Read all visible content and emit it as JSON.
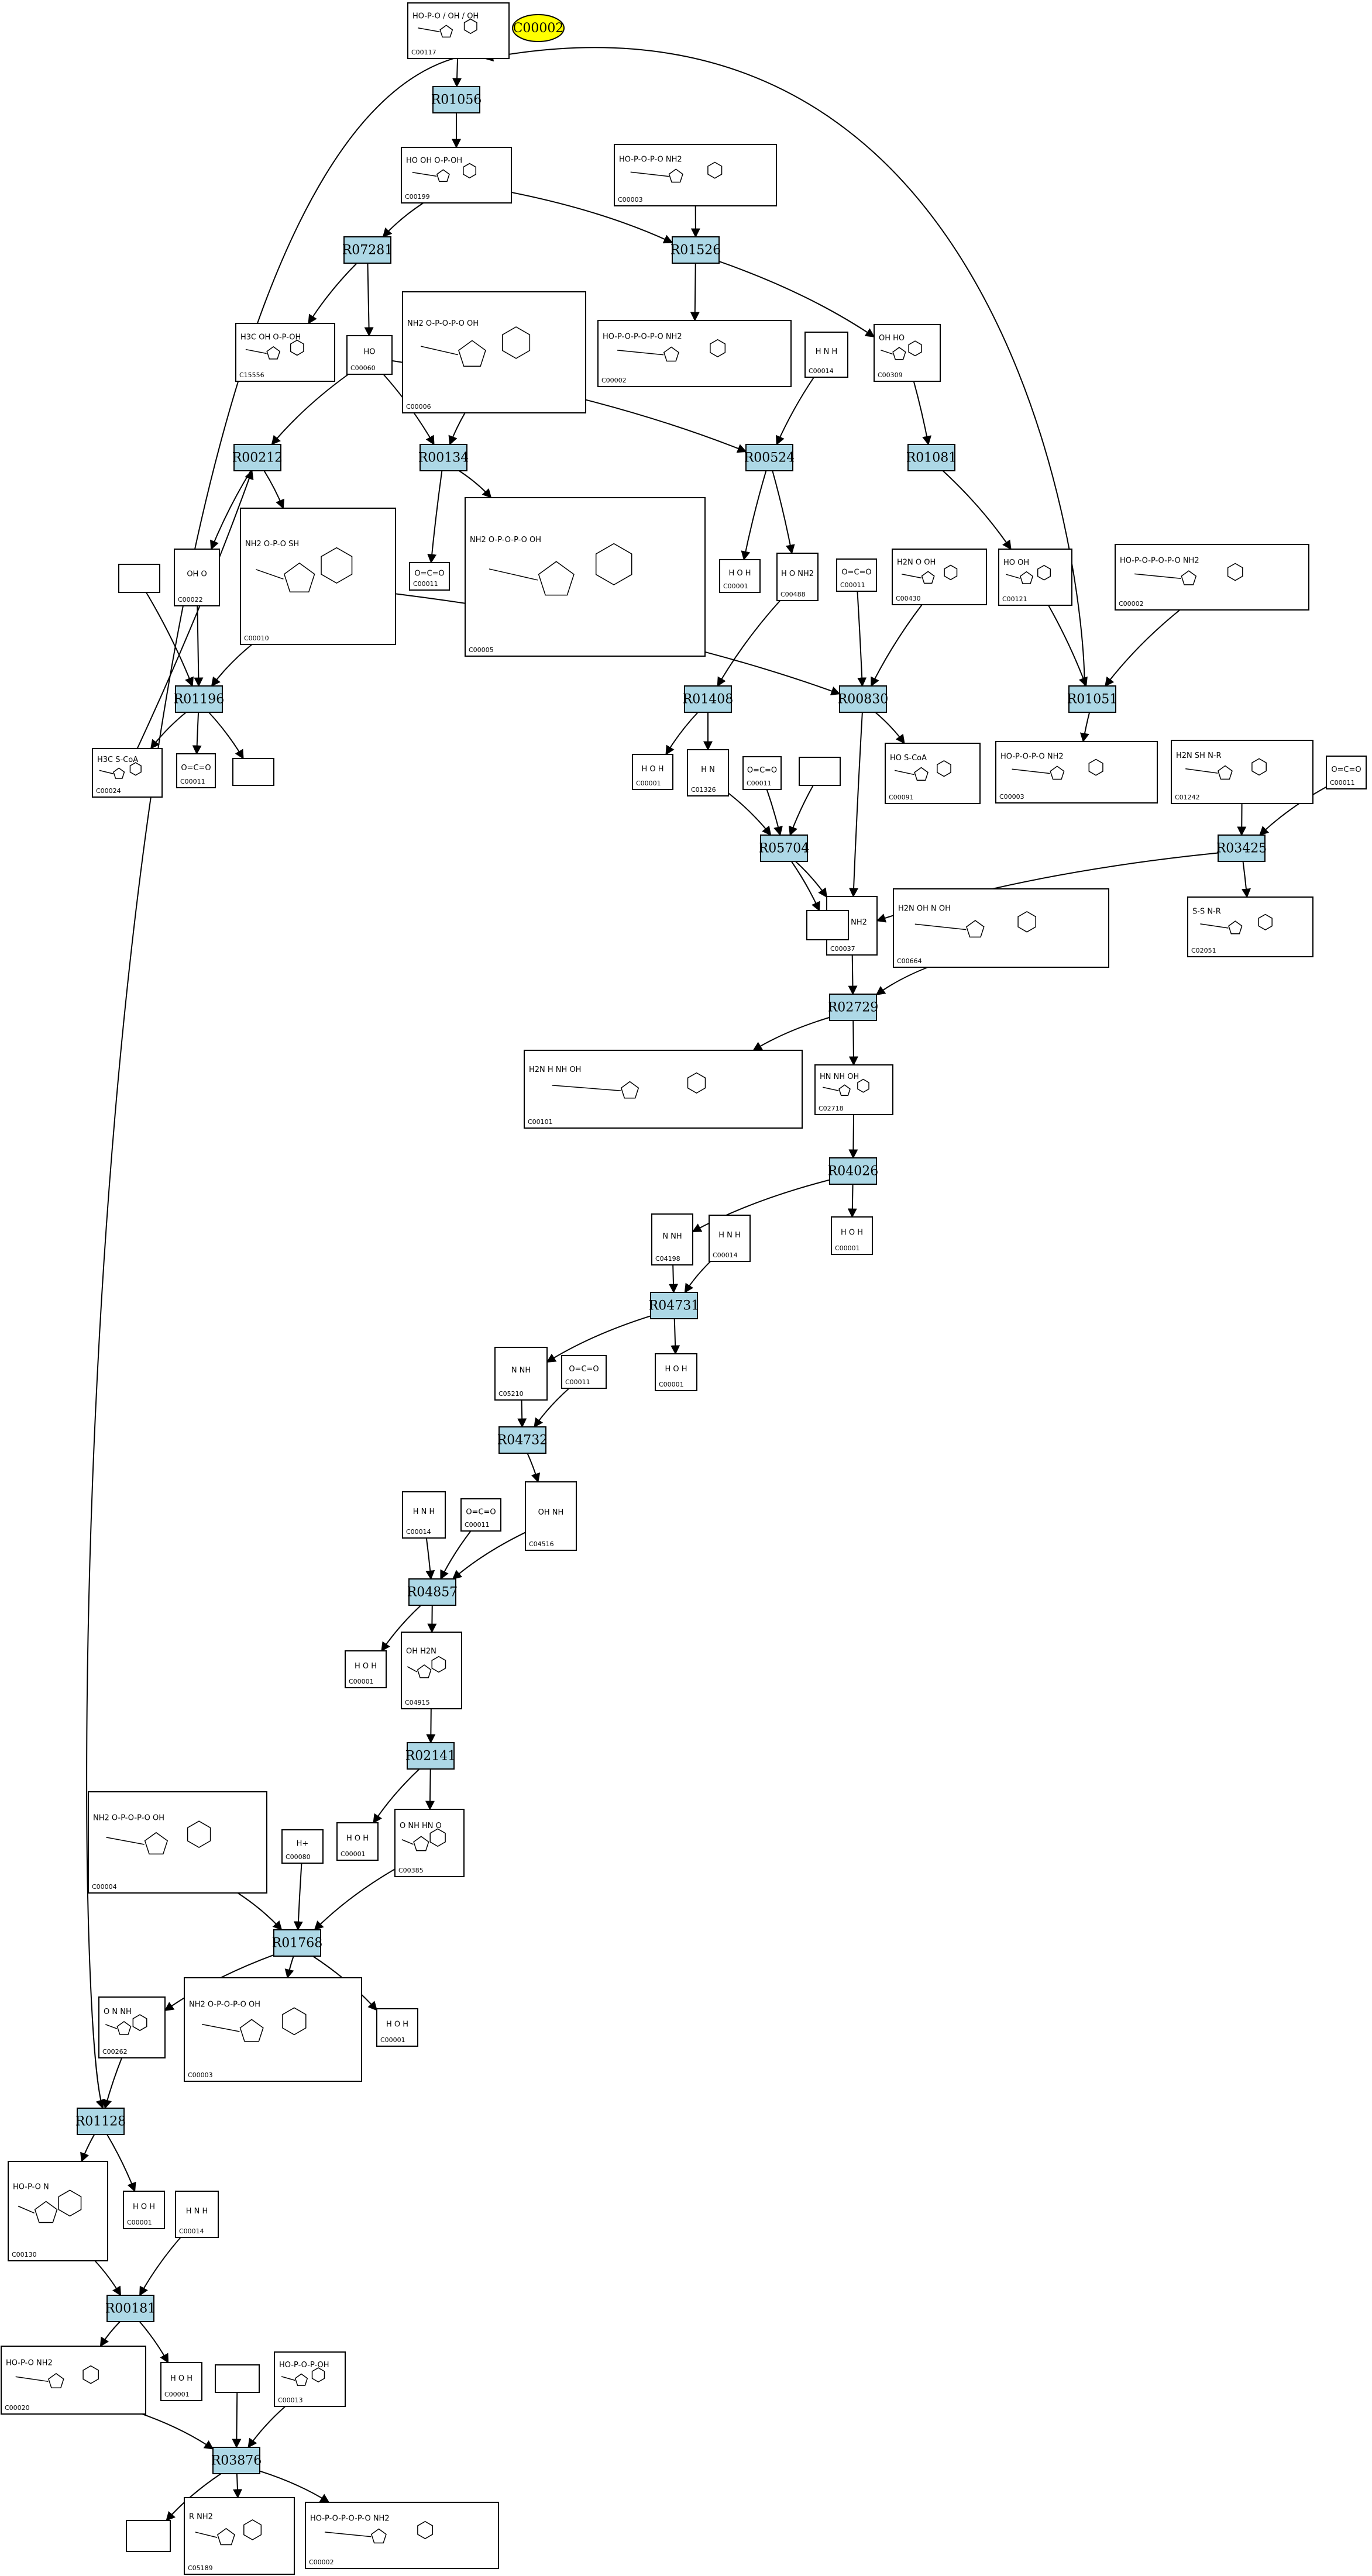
{
  "colors": {
    "reaction_fill": "#add8e6",
    "highlight_fill": "#ffff00",
    "edge": "#000000"
  },
  "highlight": {
    "id": "C00002",
    "label": "C00002"
  },
  "compounds": [
    {
      "id": "C00117a",
      "label": "C00117",
      "formula": "HO-P-O / OH / OH"
    },
    {
      "id": "C00199",
      "label": "C00199",
      "formula": "HO  OH  O-P-OH"
    },
    {
      "id": "C00003a",
      "label": "C00003",
      "formula": "HO-P-O-P-O  NH2"
    },
    {
      "id": "C15556",
      "label": "C15556",
      "formula": "H3C  OH  O-P-OH"
    },
    {
      "id": "C00060",
      "label": "C00060",
      "formula": "HO"
    },
    {
      "id": "C00006",
      "label": "C00006",
      "formula": "NH2  O-P-O-P-O  OH"
    },
    {
      "id": "C00002a",
      "label": "C00002",
      "formula": "HO-P-O-P-O-P-O  NH2"
    },
    {
      "id": "C00014a",
      "label": "C00014",
      "formula": "H N H"
    },
    {
      "id": "C00309",
      "label": "C00309",
      "formula": "OH  HO"
    },
    {
      "id": "C00022",
      "label": "C00022",
      "formula": "OH  O"
    },
    {
      "id": "C00010",
      "label": "C00010",
      "formula": "NH2  O-P-O  SH"
    },
    {
      "id": "C00011a",
      "label": "C00011",
      "formula": "O=C=O"
    },
    {
      "id": "C00005",
      "label": "C00005",
      "formula": "NH2  O-P-O-P-O  OH"
    },
    {
      "id": "C00001a",
      "label": "C00001",
      "formula": "H O H"
    },
    {
      "id": "C00488",
      "label": "C00488",
      "formula": "H  O  NH2"
    },
    {
      "id": "C00011b",
      "label": "C00011",
      "formula": "O=C=O"
    },
    {
      "id": "C00430",
      "label": "C00430",
      "formula": "H2N  O  OH"
    },
    {
      "id": "C00121",
      "label": "C00121",
      "formula": "HO  OH"
    },
    {
      "id": "C00002b",
      "label": "C00002",
      "formula": "HO-P-O-P-O-P-O  NH2"
    },
    {
      "id": "C00024",
      "label": "C00024",
      "formula": "H3C  S-CoA"
    },
    {
      "id": "C00011c",
      "label": "C00011",
      "formula": "O=C=O"
    },
    {
      "id": "C00001b",
      "label": "C00001",
      "formula": "H O H"
    },
    {
      "id": "C01326",
      "label": "C01326",
      "formula": "H  N"
    },
    {
      "id": "C00011d",
      "label": "C00011",
      "formula": "O=C=O"
    },
    {
      "id": "C00091",
      "label": "C00091",
      "formula": "HO  S-CoA"
    },
    {
      "id": "C00003b",
      "label": "C00003",
      "formula": "HO-P-O-P-O  NH2"
    },
    {
      "id": "C01242",
      "label": "C01242",
      "formula": "H2N  SH  N-R"
    },
    {
      "id": "C00011e",
      "label": "C00011",
      "formula": "O=C=O"
    },
    {
      "id": "C00037",
      "label": "C00037",
      "formula": "HO  NH2"
    },
    {
      "id": "C00664",
      "label": "C00664",
      "formula": "H2N  OH  N  OH"
    },
    {
      "id": "C02051",
      "label": "C02051",
      "formula": "S-S  N-R"
    },
    {
      "id": "C00101",
      "label": "C00101",
      "formula": "H2N  H  NH  OH"
    },
    {
      "id": "C02718",
      "label": "C02718",
      "formula": "HN  NH  OH"
    },
    {
      "id": "C04198",
      "label": "C04198",
      "formula": "N  NH"
    },
    {
      "id": "C00014b",
      "label": "C00014",
      "formula": "H N H"
    },
    {
      "id": "C00001c",
      "label": "C00001",
      "formula": "H O H"
    },
    {
      "id": "C00001d",
      "label": "C00001",
      "formula": "H O H"
    },
    {
      "id": "C05210",
      "label": "C05210",
      "formula": "N  NH"
    },
    {
      "id": "C00011f",
      "label": "C00011",
      "formula": "O=C=O"
    },
    {
      "id": "C00014c",
      "label": "C00014",
      "formula": "H N H"
    },
    {
      "id": "C00011g",
      "label": "C00011",
      "formula": "O=C=O"
    },
    {
      "id": "C04516",
      "label": "C04516",
      "formula": "OH  NH"
    },
    {
      "id": "C00001e",
      "label": "C00001",
      "formula": "H O H"
    },
    {
      "id": "C04915",
      "label": "C04915",
      "formula": "OH  H2N"
    },
    {
      "id": "C00004",
      "label": "C00004",
      "formula": "NH2  O-P-O-P-O  OH"
    },
    {
      "id": "C00080",
      "label": "C00080",
      "formula": "H+"
    },
    {
      "id": "C00001f",
      "label": "C00001",
      "formula": "H O H"
    },
    {
      "id": "C00385",
      "label": "C00385",
      "formula": "O  NH  HN  O"
    },
    {
      "id": "C00262",
      "label": "C00262",
      "formula": "O  N  NH"
    },
    {
      "id": "C00003c",
      "label": "C00003",
      "formula": "NH2  O-P-O-P-O  OH"
    },
    {
      "id": "C00001g",
      "label": "C00001",
      "formula": "H O H"
    },
    {
      "id": "C00130",
      "label": "C00130",
      "formula": "HO-P-O  N"
    },
    {
      "id": "C00001h",
      "label": "C00001",
      "formula": "H O H"
    },
    {
      "id": "C00014d",
      "label": "C00014",
      "formula": "H N H"
    },
    {
      "id": "C00020",
      "label": "C00020",
      "formula": "HO-P-O  NH2"
    },
    {
      "id": "C00001i",
      "label": "C00001",
      "formula": "H O H"
    },
    {
      "id": "C00013",
      "label": "C00013",
      "formula": "HO-P-O-P-OH"
    },
    {
      "id": "C05189",
      "label": "C05189",
      "formula": "R  NH2"
    },
    {
      "id": "C00002c",
      "label": "C00002",
      "formula": "HO-P-O-P-O-P-O  NH2"
    },
    {
      "id": "blank1",
      "label": "",
      "formula": ""
    },
    {
      "id": "blank2",
      "label": "",
      "formula": ""
    },
    {
      "id": "blank3",
      "label": "",
      "formula": ""
    },
    {
      "id": "blank4",
      "label": "",
      "formula": ""
    },
    {
      "id": "blank5",
      "label": "",
      "formula": ""
    },
    {
      "id": "blank6",
      "label": "",
      "formula": ""
    }
  ],
  "reactions": [
    {
      "id": "R01056",
      "label": "R01056"
    },
    {
      "id": "R07281",
      "label": "R07281"
    },
    {
      "id": "R01526",
      "label": "R01526"
    },
    {
      "id": "R00212",
      "label": "R00212"
    },
    {
      "id": "R00134",
      "label": "R00134"
    },
    {
      "id": "R00524",
      "label": "R00524"
    },
    {
      "id": "R01081",
      "label": "R01081"
    },
    {
      "id": "R01196",
      "label": "R01196"
    },
    {
      "id": "R01408",
      "label": "R01408"
    },
    {
      "id": "R00830",
      "label": "R00830"
    },
    {
      "id": "R01051",
      "label": "R01051"
    },
    {
      "id": "R05704",
      "label": "R05704"
    },
    {
      "id": "R03425",
      "label": "R03425"
    },
    {
      "id": "R02729",
      "label": "R02729"
    },
    {
      "id": "R04026",
      "label": "R04026"
    },
    {
      "id": "R04731",
      "label": "R04731"
    },
    {
      "id": "R04732",
      "label": "R04732"
    },
    {
      "id": "R04857",
      "label": "R04857"
    },
    {
      "id": "R02141",
      "label": "R02141"
    },
    {
      "id": "R01768",
      "label": "R01768"
    },
    {
      "id": "R01128",
      "label": "R01128"
    },
    {
      "id": "R00181",
      "label": "R00181"
    },
    {
      "id": "R03876",
      "label": "R03876"
    }
  ],
  "edges": [
    [
      "C00117a",
      "R01056"
    ],
    [
      "R01056",
      "C00199"
    ],
    [
      "C00199",
      "R07281"
    ],
    [
      "C00199",
      "R01526"
    ],
    [
      "C00003a",
      "R01526"
    ],
    [
      "R07281",
      "C15556"
    ],
    [
      "R07281",
      "C00060"
    ],
    [
      "R01526",
      "C00002a"
    ],
    [
      "R01526",
      "C00309"
    ],
    [
      "C00060",
      "R00212"
    ],
    [
      "C00060",
      "R00134"
    ],
    [
      "C00060",
      "R00524"
    ],
    [
      "C00006",
      "R00134"
    ],
    [
      "C00014a",
      "R00524"
    ],
    [
      "C00309",
      "R01081"
    ],
    [
      "R00212",
      "C00022"
    ],
    [
      "R00212",
      "C00010"
    ],
    [
      "R00134",
      "C00011a"
    ],
    [
      "R00134",
      "C00005"
    ],
    [
      "R00524",
      "C00001a"
    ],
    [
      "R00524",
      "C00488"
    ],
    [
      "R01081",
      "C00121"
    ],
    [
      "C00022",
      "R01196"
    ],
    [
      "C00010",
      "R01196"
    ],
    [
      "blank1",
      "R01196"
    ],
    [
      "C00010",
      "R00830"
    ],
    [
      "C00011b",
      "R00830"
    ],
    [
      "C00430",
      "R00830"
    ],
    [
      "C00488",
      "R01408"
    ],
    [
      "C00121",
      "R01051"
    ],
    [
      "C00002b",
      "R01051"
    ],
    [
      "R01196",
      "C00024"
    ],
    [
      "R01196",
      "C00011c"
    ],
    [
      "R01196",
      "blank2"
    ],
    [
      "C00024",
      "R00212"
    ],
    [
      "R01408",
      "C00001b"
    ],
    [
      "R01408",
      "C01326"
    ],
    [
      "R00830",
      "C00091"
    ],
    [
      "R00830",
      "C00037"
    ],
    [
      "R01051",
      "C00003b"
    ],
    [
      "R01051",
      "C00117a"
    ],
    [
      "C01326",
      "R05704"
    ],
    [
      "C00011d",
      "R05704"
    ],
    [
      "blank3",
      "R05704"
    ],
    [
      "R05704",
      "blank4"
    ],
    [
      "R05704",
      "C00037"
    ],
    [
      "C01242",
      "R03425"
    ],
    [
      "C00011e",
      "R03425"
    ],
    [
      "R03425",
      "C00037"
    ],
    [
      "R03425",
      "C02051"
    ],
    [
      "C00037",
      "R02729"
    ],
    [
      "C00664",
      "R02729"
    ],
    [
      "R02729",
      "C00101"
    ],
    [
      "R02729",
      "C02718"
    ],
    [
      "C02718",
      "R04026"
    ],
    [
      "R04026",
      "C04198"
    ],
    [
      "R04026",
      "C00001c"
    ],
    [
      "C04198",
      "R04731"
    ],
    [
      "C00014b",
      "R04731"
    ],
    [
      "R04731",
      "C05210"
    ],
    [
      "R04731",
      "C00001d"
    ],
    [
      "C05210",
      "R04732"
    ],
    [
      "C00011f",
      "R04732"
    ],
    [
      "R04732",
      "C04516"
    ],
    [
      "C00014c",
      "R04857"
    ],
    [
      "C00011g",
      "R04857"
    ],
    [
      "C04516",
      "R04857"
    ],
    [
      "R04857",
      "C00001e"
    ],
    [
      "R04857",
      "C04915"
    ],
    [
      "C04915",
      "R02141"
    ],
    [
      "R02141",
      "C00001f"
    ],
    [
      "R02141",
      "C00385"
    ],
    [
      "C00004",
      "R01768"
    ],
    [
      "C00080",
      "R01768"
    ],
    [
      "C00385",
      "R01768"
    ],
    [
      "R01768",
      "C00262"
    ],
    [
      "R01768",
      "C00003c"
    ],
    [
      "R01768",
      "C00001g"
    ],
    [
      "C00117a",
      "R01128"
    ],
    [
      "C00262",
      "R01128"
    ],
    [
      "R01128",
      "C00130"
    ],
    [
      "R01128",
      "C00001h"
    ],
    [
      "C00130",
      "R00181"
    ],
    [
      "C00014d",
      "R00181"
    ],
    [
      "R00181",
      "C00020"
    ],
    [
      "R00181",
      "C00001i"
    ],
    [
      "C00020",
      "R03876"
    ],
    [
      "blank5",
      "R03876"
    ],
    [
      "C00013",
      "R03876"
    ],
    [
      "R03876",
      "blank6"
    ],
    [
      "R03876",
      "C05189"
    ],
    [
      "R03876",
      "C00002c"
    ]
  ]
}
